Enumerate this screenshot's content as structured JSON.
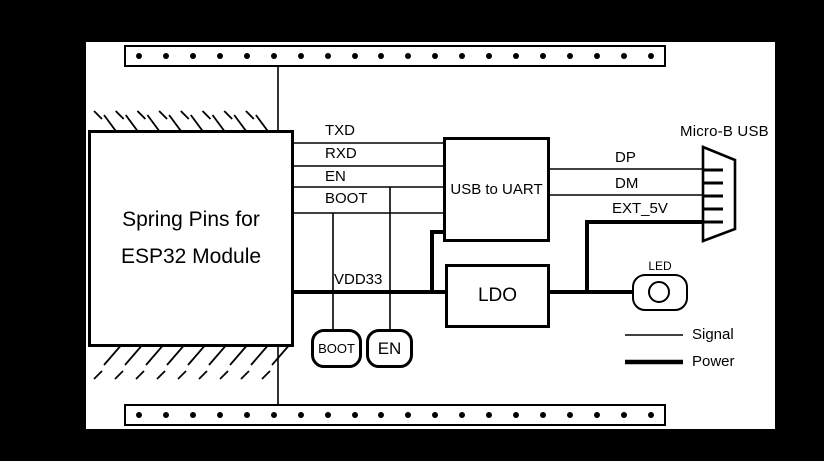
{
  "colors": {
    "page_bg": "#000000",
    "canvas_bg": "#ffffff",
    "ink": "#000000"
  },
  "spring_block": {
    "line1": "Spring Pins for",
    "line2": "ESP32 Module",
    "hatch_top_count": 8,
    "hatch_bottom_count": 9
  },
  "pin_headers": {
    "top_count": 20,
    "bottom_count": 20
  },
  "nets": {
    "txd": "TXD",
    "rxd": "RXD",
    "en": "EN",
    "boot": "BOOT",
    "vdd33": "VDD33",
    "dp": "DP",
    "dm": "DM",
    "ext5v": "EXT_5V"
  },
  "blocks": {
    "usb_uart": "USB to UART",
    "ldo": "LDO"
  },
  "buttons": {
    "boot": "BOOT",
    "en": "EN"
  },
  "usb_connector": {
    "label": "Micro-B USB",
    "pin_count": 5
  },
  "led": {
    "label": "LED"
  },
  "legend": {
    "signal": "Signal",
    "power": "Power"
  }
}
